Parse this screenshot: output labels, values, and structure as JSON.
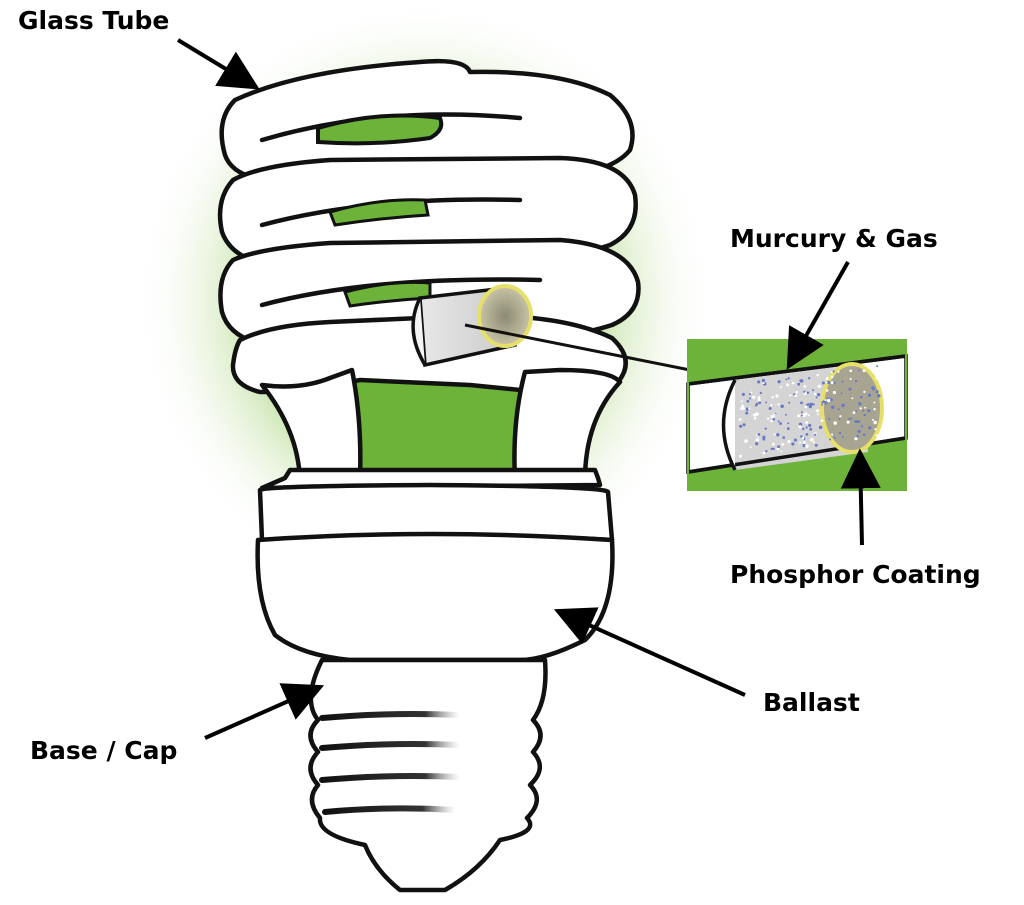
{
  "labels": {
    "glass_tube": "Glass Tube",
    "mercury_gas": "Murcury & Gas",
    "phosphor_coating": "Phosphor Coating",
    "ballast": "Ballast",
    "base_cap": "Base / Cap"
  },
  "colors": {
    "glow": "#7dbd3f",
    "inner_green": "#6db33a",
    "outline": "#111111",
    "phosphor_rim": "#e6e06a",
    "mercury_dots": "#6a79c4"
  }
}
